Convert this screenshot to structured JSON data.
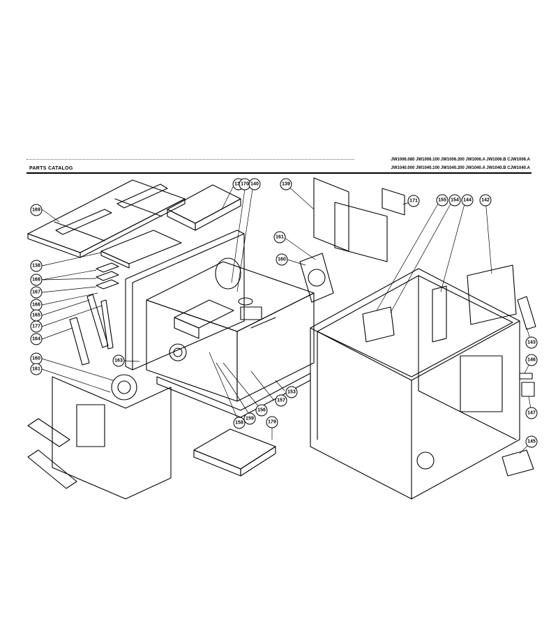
{
  "header": {
    "catalog_label": "PARTS CATALOG",
    "models_line1": "JW1006.080 JW1006.100 JW1006.200 JW1006.A JW1006.B CJW1006.A",
    "models_line2": "JW1040.000 JW1040.100 JW1040.200 JW1040.A JW1040.B CJW1040.A"
  },
  "callouts": [
    {
      "label": "169"
    },
    {
      "label": "137"
    },
    {
      "label": "170"
    },
    {
      "label": "140"
    },
    {
      "label": "139"
    },
    {
      "label": "171"
    },
    {
      "label": "155"
    },
    {
      "label": "154"
    },
    {
      "label": "144"
    },
    {
      "label": "142"
    },
    {
      "label": "161"
    },
    {
      "label": "160"
    },
    {
      "label": "138"
    },
    {
      "label": "168"
    },
    {
      "label": "167"
    },
    {
      "label": "166"
    },
    {
      "label": "165"
    },
    {
      "label": "177"
    },
    {
      "label": "164"
    },
    {
      "label": "163"
    },
    {
      "label": "160"
    },
    {
      "label": "161"
    },
    {
      "label": "153"
    },
    {
      "label": "157"
    },
    {
      "label": "179"
    },
    {
      "label": "156"
    },
    {
      "label": "159"
    },
    {
      "label": "158"
    },
    {
      "label": "143"
    },
    {
      "label": "146"
    },
    {
      "label": "147"
    },
    {
      "label": "145"
    }
  ]
}
